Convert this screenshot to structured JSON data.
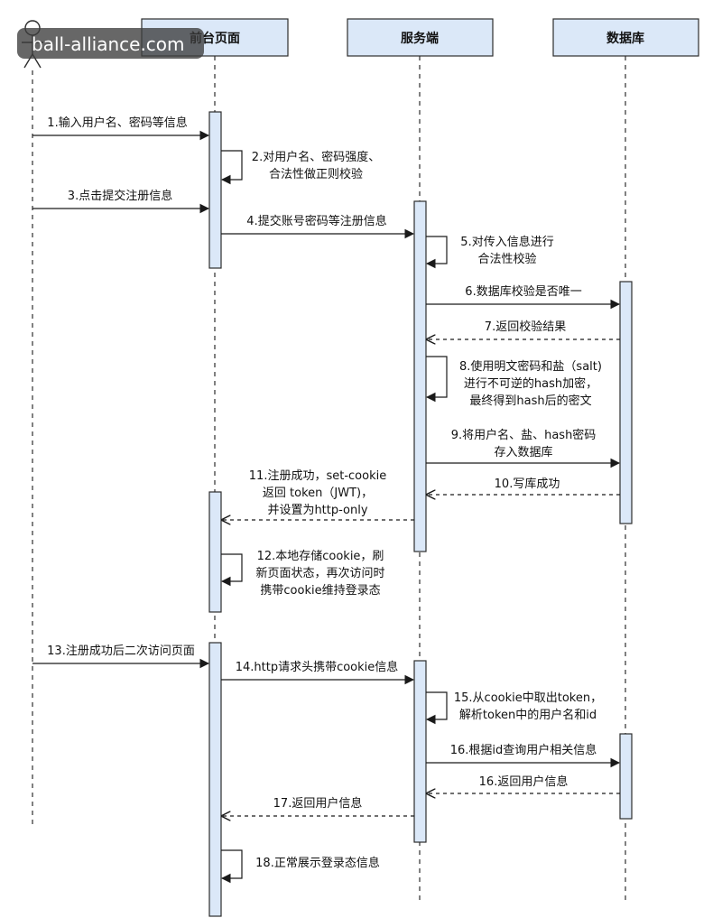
{
  "participants": [
    {
      "id": "user",
      "label": ""
    },
    {
      "id": "frontend",
      "label": "前台页面"
    },
    {
      "id": "server",
      "label": "服务端"
    },
    {
      "id": "db",
      "label": "数据库"
    }
  ],
  "watermark": "ball-alliance.com",
  "messages": [
    {
      "id": "m1",
      "from": "user",
      "to": "frontend",
      "style": "solid",
      "lines": [
        "1.输入用户名、密码等信息"
      ]
    },
    {
      "id": "m2",
      "from": "frontend",
      "to": "frontend",
      "style": "self",
      "lines": [
        "2.对用户名、密码强度、",
        "合法性做正则校验"
      ]
    },
    {
      "id": "m3",
      "from": "user",
      "to": "frontend",
      "style": "solid",
      "lines": [
        "3.点击提交注册信息"
      ]
    },
    {
      "id": "m4",
      "from": "frontend",
      "to": "server",
      "style": "solid",
      "lines": [
        "4.提交账号密码等注册信息"
      ]
    },
    {
      "id": "m5",
      "from": "server",
      "to": "server",
      "style": "self",
      "lines": [
        "5.对传入信息进行",
        "合法性校验"
      ]
    },
    {
      "id": "m6",
      "from": "server",
      "to": "db",
      "style": "solid",
      "lines": [
        "6.数据库校验是否唯一"
      ]
    },
    {
      "id": "m7",
      "from": "db",
      "to": "server",
      "style": "dashed",
      "lines": [
        "7.返回校验结果"
      ]
    },
    {
      "id": "m8",
      "from": "server",
      "to": "server",
      "style": "self",
      "lines": [
        "8.使用明文密码和盐（salt)",
        "进行不可逆的hash加密，",
        "最终得到hash后的密文"
      ]
    },
    {
      "id": "m9",
      "from": "server",
      "to": "db",
      "style": "solid",
      "lines": [
        "9.将用户名、盐、hash密码",
        "存入数据库"
      ]
    },
    {
      "id": "m10",
      "from": "db",
      "to": "server",
      "style": "dashed",
      "lines": [
        "10.写库成功"
      ]
    },
    {
      "id": "m11",
      "from": "server",
      "to": "frontend",
      "style": "dashed",
      "lines": [
        "11.注册成功，set-cookie",
        "返回 token（JWT)，",
        "并设置为http-only"
      ]
    },
    {
      "id": "m12",
      "from": "frontend",
      "to": "frontend",
      "style": "self",
      "lines": [
        "12.本地存储cookie，刷",
        "新页面状态，再次访问时",
        "携带cookie维持登录态"
      ]
    },
    {
      "id": "m13",
      "from": "user",
      "to": "frontend",
      "style": "solid",
      "lines": [
        "13.注册成功后二次访问页面"
      ]
    },
    {
      "id": "m14",
      "from": "frontend",
      "to": "server",
      "style": "solid",
      "lines": [
        "14.http请求头携带cookie信息"
      ]
    },
    {
      "id": "m15",
      "from": "server",
      "to": "server",
      "style": "self",
      "lines": [
        "15.从cookie中取出token，",
        "解析token中的用户名和id"
      ]
    },
    {
      "id": "m16a",
      "from": "server",
      "to": "db",
      "style": "solid",
      "lines": [
        "16.根据id查询用户相关信息"
      ]
    },
    {
      "id": "m16b",
      "from": "db",
      "to": "server",
      "style": "dashed",
      "lines": [
        "16.返回用户信息"
      ]
    },
    {
      "id": "m17",
      "from": "server",
      "to": "frontend",
      "style": "dashed",
      "lines": [
        "17.返回用户信息"
      ]
    },
    {
      "id": "m18",
      "from": "frontend",
      "to": "frontend",
      "style": "self",
      "lines": [
        "18.正常展示登录态信息"
      ]
    }
  ]
}
